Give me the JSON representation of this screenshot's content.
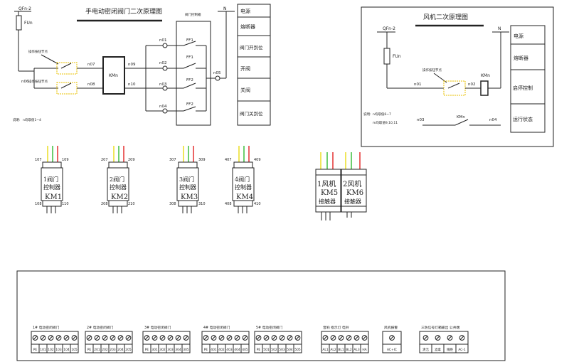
{
  "circuit1": {
    "title": "手电动密闭阀门二次原理图",
    "breaker": "QFn-2",
    "fuse": "FUn",
    "n_label": "N",
    "cabinet_label": "阀门控制箱",
    "contact_top": "操作按钮节点",
    "contact_bottom": "操作按钮节点",
    "relay": "KMn",
    "nodes": [
      "n06",
      "n07",
      "n08",
      "n09",
      "n10",
      "n01",
      "n02",
      "n03",
      "n04",
      "n05"
    ],
    "switches": [
      "FF1",
      "FF1",
      "FF2",
      "FF2"
    ],
    "side_labels": [
      "电源",
      "熔断器",
      "阀门开到位",
      "开阀",
      "关阀",
      "阀门关到位"
    ],
    "note_label": "说明:",
    "note_text": "n均取值1~4"
  },
  "circuit2": {
    "title": "风机二次原理图",
    "breaker": "QFn-2",
    "fuse": "FUn",
    "n_label": "N",
    "contact": "操作按钮节点",
    "relay": "KMn",
    "nodes": [
      "n01",
      "n02",
      "n03",
      "n04"
    ],
    "aux_contact": "KMn",
    "side_labels": [
      "电源",
      "熔断器",
      "启停控制",
      "运行状态"
    ],
    "note_label": "说明:",
    "note_text1": "n均取值6~7",
    "note_text2": "m均取值9,10,11"
  },
  "valve_controllers": [
    {
      "top_left": "107",
      "top_right": "109",
      "name": [
        "1阀门",
        "控制器"
      ],
      "code": "KM1",
      "bottom_left": "108",
      "bottom_right": "110"
    },
    {
      "top_left": "207",
      "top_right": "209",
      "name": [
        "2阀门",
        "控制器"
      ],
      "code": "KM2",
      "bottom_left": "208",
      "bottom_right": "210"
    },
    {
      "top_left": "307",
      "top_right": "309",
      "name": [
        "3阀门",
        "控制器"
      ],
      "code": "KM3",
      "bottom_left": "308",
      "bottom_right": "310"
    },
    {
      "top_left": "407",
      "top_right": "409",
      "name": [
        "4阀门",
        "控制器"
      ],
      "code": "KM4",
      "bottom_left": "408",
      "bottom_right": "410"
    }
  ],
  "fan_contactors": [
    {
      "name": "1风机",
      "code": "KM5",
      "kind": "接触器"
    },
    {
      "name": "2风机",
      "code": "KM6",
      "kind": "接触器"
    }
  ],
  "wire_colors": {
    "yellow": "#e8d800",
    "green": "#1fb31f",
    "red": "#e01010",
    "black": "#111111"
  },
  "terminal_groups": [
    {
      "title": "1# 电动密闭阀门",
      "labels": [
        "PE",
        "101",
        "102",
        "103",
        "104",
        "105"
      ]
    },
    {
      "title": "2# 电动密闭阀门",
      "labels": [
        "PE",
        "201",
        "202",
        "203",
        "204",
        "205"
      ]
    },
    {
      "title": "3# 电动密闭阀门",
      "labels": [
        "PE",
        "301",
        "302",
        "303",
        "304",
        "305"
      ]
    },
    {
      "title": "4# 电动密闭阀门",
      "labels": [
        "PE",
        "401",
        "402",
        "403",
        "404",
        "405"
      ]
    },
    {
      "title": "5# 电动密闭阀门",
      "labels": [
        "PE",
        "501",
        "502",
        "503",
        "504",
        "505"
      ]
    },
    {
      "title": "音响  指示灯  电铃",
      "labels": [
        "AL1",
        "AL2",
        "BL1",
        "BL2",
        "AL3",
        "HA"
      ]
    },
    {
      "title": "风机报警",
      "labels": [
        "AC+IC"
      ]
    },
    {
      "title": "三防信号灯箱输出  公共端",
      "labels": [
        "清洁",
        "滤毒",
        "隔绝",
        "AC-1"
      ]
    }
  ]
}
